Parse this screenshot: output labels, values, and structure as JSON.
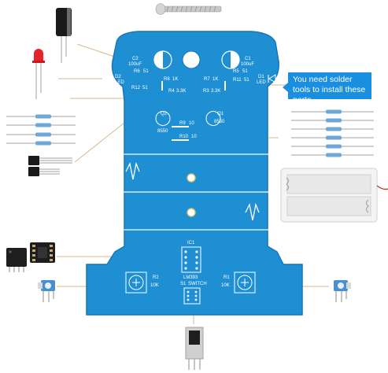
{
  "callout": {
    "text": "You need solder tools to install these parts"
  },
  "pcb_labels": {
    "c2": "C2",
    "c2_value": "100uF",
    "c1": "C1",
    "c1_value": "100uF",
    "d2": "D2",
    "d2_led": "LED",
    "d1": "D1",
    "d1_led": "LED",
    "r6": "R6",
    "r6_value": "51",
    "r5": "R5",
    "r5_value": "51",
    "r8": "R8",
    "r8_value": "1K",
    "r7": "R7",
    "r7_value": "1K",
    "r12": "R12",
    "r12_value": "51",
    "r11": "R11",
    "r11_value": "51",
    "r4": "R4",
    "r4_value": "3.3K",
    "r3": "R3",
    "r3_value": "3.3K",
    "q2": "Q2",
    "q2_value": "8550",
    "q1": "Q1",
    "q1_value": "8550",
    "r9": "R9",
    "r9_value": "10",
    "r10": "R10",
    "r10_value": "10",
    "ic1": "IC1",
    "ic1_value": "LM393",
    "r2": "R2",
    "r2_value": "10K",
    "r1": "R1",
    "r1_value": "10K",
    "s1": "S1",
    "s1_value": "SWITCH"
  },
  "colors": {
    "pcb": "#1f8fd4",
    "pcb_edge": "#1677b8",
    "callout": "#1a8fe0",
    "leader": "#d9b88a"
  },
  "components": [
    "screw",
    "electrolytic-capacitor",
    "red-led",
    "resistors",
    "transistors",
    "battery-holder",
    "lm393-ic",
    "ic-socket",
    "trim-potentiometers",
    "slide-switch"
  ]
}
